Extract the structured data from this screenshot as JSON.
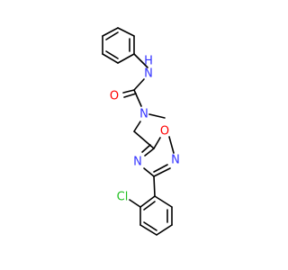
{
  "molecule": {
    "atoms": {
      "nh": "H",
      "nh_n": "N",
      "o_carbonyl": "O",
      "n_methyl": "N",
      "ring_o": "O",
      "ring_n1": "N",
      "ring_n2": "N",
      "cl": "Cl"
    },
    "colors": {
      "bond": "#000000",
      "nitrogen": "#3333ff",
      "oxygen": "#ff0000",
      "chlorine": "#1fbf1f"
    }
  }
}
